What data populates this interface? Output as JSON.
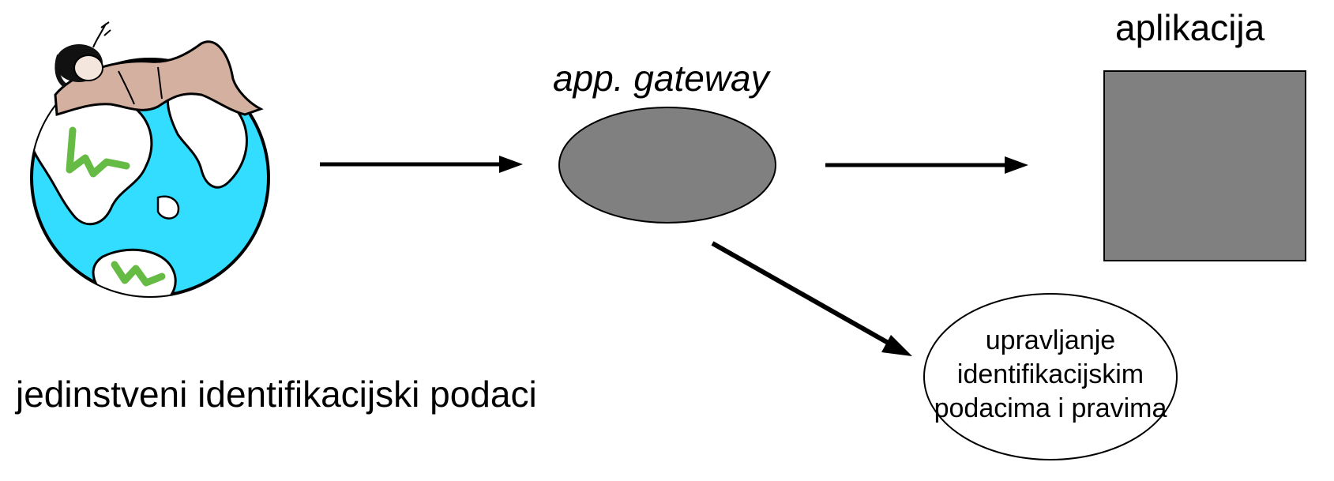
{
  "labels": {
    "application": "aplikacija",
    "gateway": "app. gateway",
    "identity": "jedinstveni identifikacijski podaci",
    "management_lines": [
      "upravljanje",
      "identifikacijskim",
      "podacima i pravima"
    ]
  },
  "colors": {
    "gateway_fill": "#808080",
    "application_fill": "#808080",
    "ocean": "#33ddff",
    "land": "#ffffff",
    "vegetation": "#66bb44",
    "person_clothing": "#d4b0a0",
    "hair": "#111111"
  },
  "icons": {
    "globe": "globe-with-person-icon"
  }
}
